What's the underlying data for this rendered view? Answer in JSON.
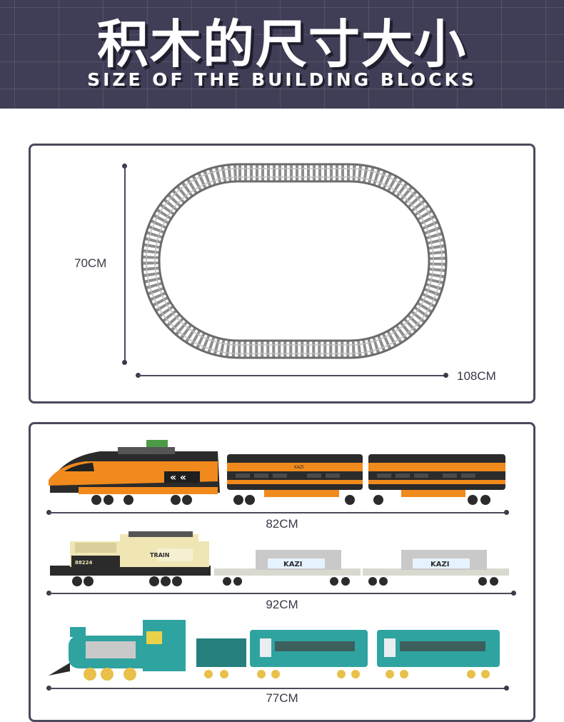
{
  "header": {
    "title_cn": "积木的尺寸大小",
    "title_en": "SIZE OF THE BUILDING BLOCKS"
  },
  "track": {
    "height_label": "70CM",
    "width_label": "108CM"
  },
  "trains": [
    {
      "length_label": "82CM",
      "car_text": "KAZI"
    },
    {
      "length_label": "92CM",
      "loco_text": "TRAIN",
      "loco_number": "88224",
      "container_text_1": "KAZI",
      "container_text_2": "KAZI"
    },
    {
      "length_label": "77CM"
    }
  ],
  "colors": {
    "header_bg": "#3f3e56",
    "panel_border": "#4a4a5c",
    "train1_orange": "#f08a1c",
    "train2_cream": "#efe6b4",
    "train3_teal": "#2fa3a0"
  }
}
